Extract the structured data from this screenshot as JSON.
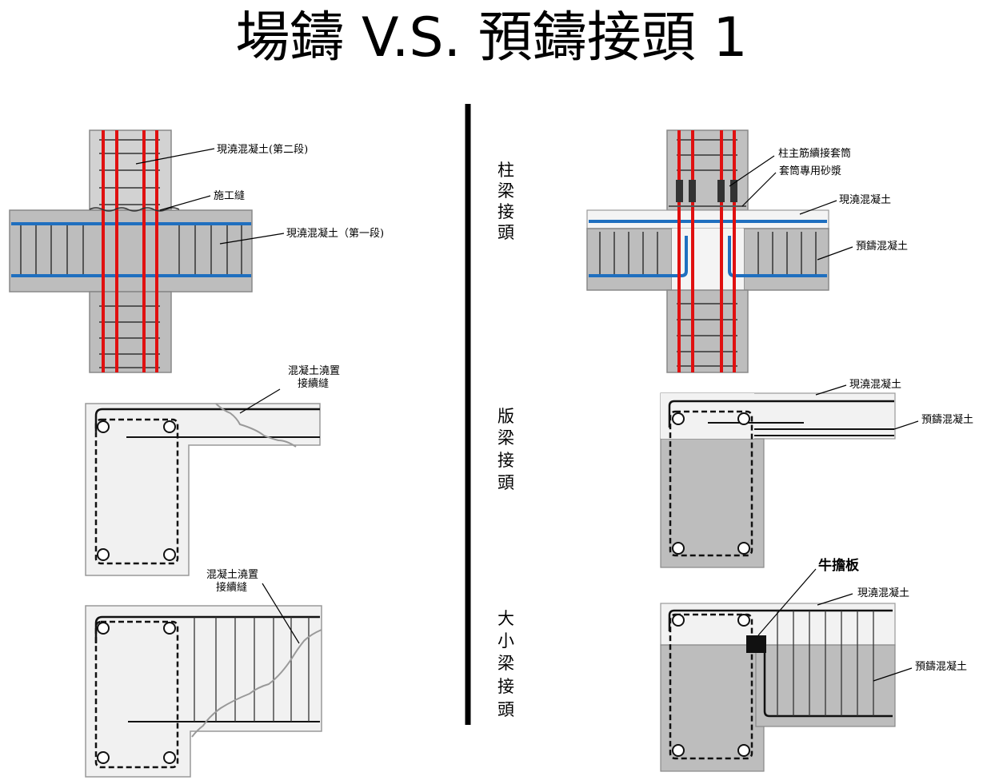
{
  "title": "場鑄 V.S. 預鑄接頭 1",
  "section_labels": {
    "column_beam": [
      "柱",
      "梁",
      "接",
      "頭"
    ],
    "slab_beam": [
      "版",
      "梁",
      "接",
      "頭"
    ],
    "main_secondary_beam": [
      "大",
      "小",
      "梁",
      "接",
      "頭"
    ]
  },
  "left": {
    "cast_second": "現澆混凝土(第二段)",
    "construction_joint": "施工縫",
    "cast_first": "現澆混凝土（第一段)",
    "pour_joint_1": [
      "混凝土澆置",
      "接續縫"
    ],
    "pour_joint_2": [
      "混凝土澆置",
      "接續縫"
    ]
  },
  "right": {
    "coupler": "柱主筋續接套筒",
    "grout": "套筒專用砂漿",
    "cast_in_place_1": "現澆混凝土",
    "precast_1": "預鑄混凝土",
    "cast_in_place_2": "現澆混凝土",
    "precast_2": "預鑄混凝土",
    "corbel": "牛擔板",
    "cast_in_place_3": "現澆混凝土",
    "precast_3": "預鑄混凝土"
  }
}
